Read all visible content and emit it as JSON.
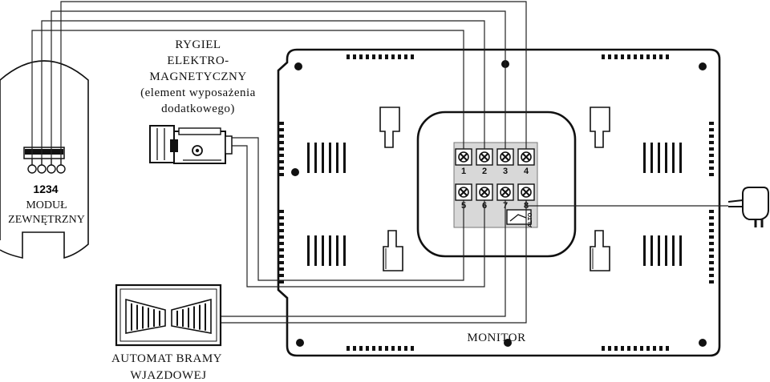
{
  "labels": {
    "bolt": [
      "RYGIEL",
      "ELEKTRO-",
      "MAGNETYCZNY",
      "(element wyposażenia",
      "dodatkowego)"
    ],
    "module_digits": "1234",
    "module": [
      "MODUŁ",
      "ZEWNĘTRZNY"
    ],
    "gate": [
      "AUTOMAT BRAMY",
      "WJAZDOWEJ"
    ],
    "monitor": "MONITOR",
    "relay_text": "ALTO"
  },
  "terminals": [
    "1",
    "2",
    "3",
    "4",
    "5",
    "6",
    "7",
    "8"
  ],
  "colors": {
    "line": "#111111",
    "background": "#ffffff"
  }
}
